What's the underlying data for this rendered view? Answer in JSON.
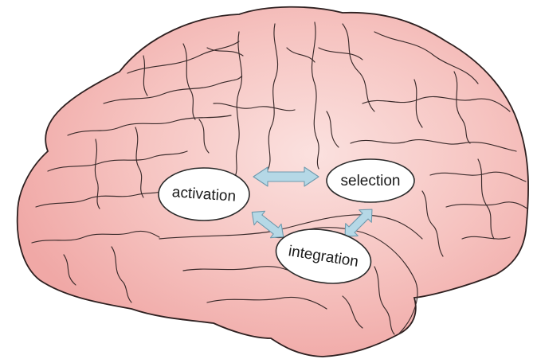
{
  "colors": {
    "brain_fill": "#f0a8a6",
    "brain_highlight": "#fbe1df",
    "outline": "#2e2020",
    "arrow_fill": "#b5d8e6",
    "arrow_stroke": "#6f9aae",
    "node_fill": "#ffffff"
  },
  "nodes": {
    "activation": "activation",
    "selection": "selection",
    "integration": "integration"
  },
  "arrows": [
    {
      "from": "activation",
      "to": "selection",
      "type": "bidirectional"
    },
    {
      "from": "activation",
      "to": "integration",
      "type": "bidirectional"
    },
    {
      "from": "selection",
      "to": "integration",
      "type": "bidirectional"
    }
  ]
}
